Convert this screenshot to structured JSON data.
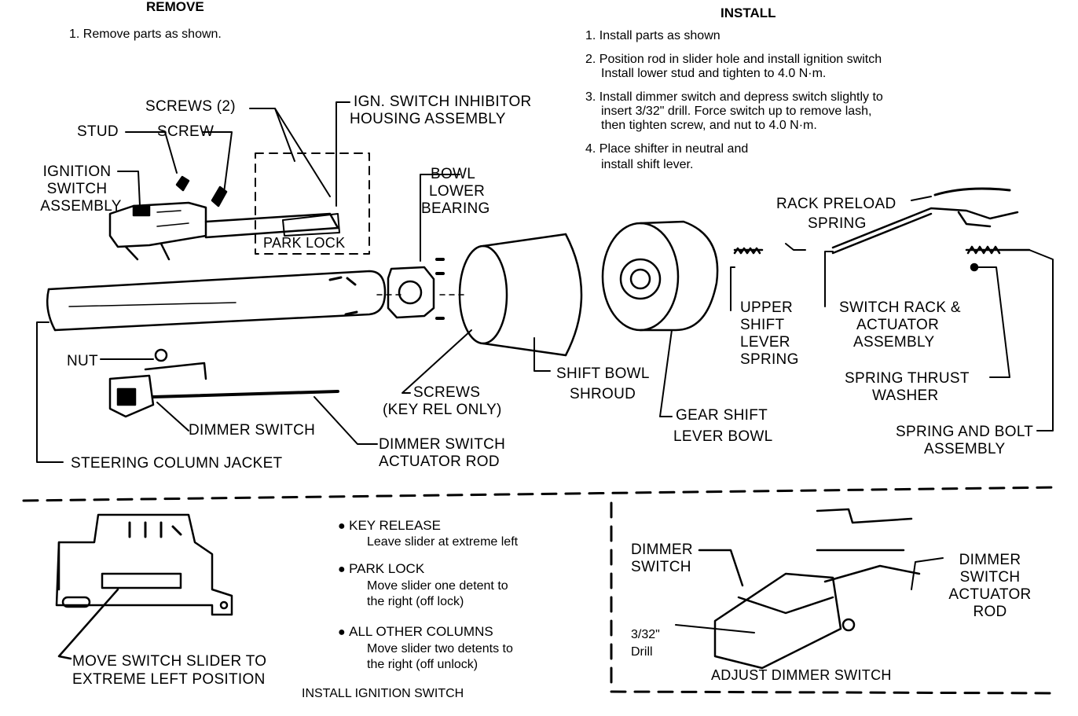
{
  "remove": {
    "heading": "REMOVE",
    "steps": [
      "1. Remove parts as shown."
    ]
  },
  "install": {
    "heading": "INSTALL",
    "steps": [
      "1. Install parts as shown",
      "2. Position rod in slider hole and install ignition switch",
      "Install lower stud and tighten to 4.0 N·m.",
      "3. Install dimmer switch and depress switch slightly to",
      "insert 3/32\" drill. Force switch up to remove lash,",
      "then tighten screw, and nut to 4.0 N·m.",
      "4. Place shifter in neutral and",
      "install shift lever."
    ]
  },
  "labels": {
    "screws2": "SCREWS (2)",
    "ign_inhibitor_1": "IGN. SWITCH INHIBITOR",
    "ign_inhibitor_2": "HOUSING ASSEMBLY",
    "stud": "STUD",
    "screw": "SCREW",
    "ignition_1": "IGNITION",
    "ignition_2": "SWITCH",
    "ignition_3": "ASSEMBLY",
    "park_lock": "PARK LOCK",
    "bowl_1": "BOWL",
    "bowl_2": "LOWER",
    "bowl_3": "BEARING",
    "rack_preload_1": "RACK PRELOAD",
    "rack_preload_2": "SPRING",
    "upper_1": "UPPER",
    "upper_2": "SHIFT",
    "upper_3": "LEVER",
    "upper_4": "SPRING",
    "switch_rack_1": "SWITCH RACK &",
    "switch_rack_2": "ACTUATOR",
    "switch_rack_3": "ASSEMBLY",
    "nut": "NUT",
    "shift_bowl_1": "SHIFT BOWL",
    "shift_bowl_2": "SHROUD",
    "screws_key_1": "SCREWS",
    "screws_key_2": "(KEY REL ONLY)",
    "spring_thrust_1": "SPRING THRUST",
    "spring_thrust_2": "WASHER",
    "gear_shift_1": "GEAR SHIFT",
    "gear_shift_2": "LEVER BOWL",
    "dimmer_switch": "DIMMER SWITCH",
    "dimmer_rod_1": "DIMMER SWITCH",
    "dimmer_rod_2": "ACTUATOR ROD",
    "spring_bolt_1": "SPRING AND BOLT",
    "spring_bolt_2": "ASSEMBLY",
    "steering_jacket": "STEERING COLUMN JACKET"
  },
  "lower_left": {
    "move_1": "MOVE SWITCH SLIDER TO",
    "move_2": "EXTREME LEFT POSITION"
  },
  "bullets": [
    {
      "title": "KEY RELEASE",
      "lines": [
        "Leave slider at extreme left"
      ]
    },
    {
      "title": "PARK LOCK",
      "lines": [
        "Move slider one detent to",
        "the right (off lock)"
      ]
    },
    {
      "title": "ALL OTHER COLUMNS",
      "lines": [
        "Move slider two detents to",
        "the right (off unlock)"
      ]
    }
  ],
  "install_ignition_caption": "INSTALL IGNITION SWITCH",
  "lower_right": {
    "dimmer_1": "DIMMER",
    "dimmer_2": "SWITCH",
    "rod_1": "DIMMER",
    "rod_2": "SWITCH",
    "rod_3": "ACTUATOR",
    "rod_4": "ROD",
    "drill_1": "3/32\"",
    "drill_2": "Drill",
    "caption": "ADJUST DIMMER SWITCH"
  }
}
